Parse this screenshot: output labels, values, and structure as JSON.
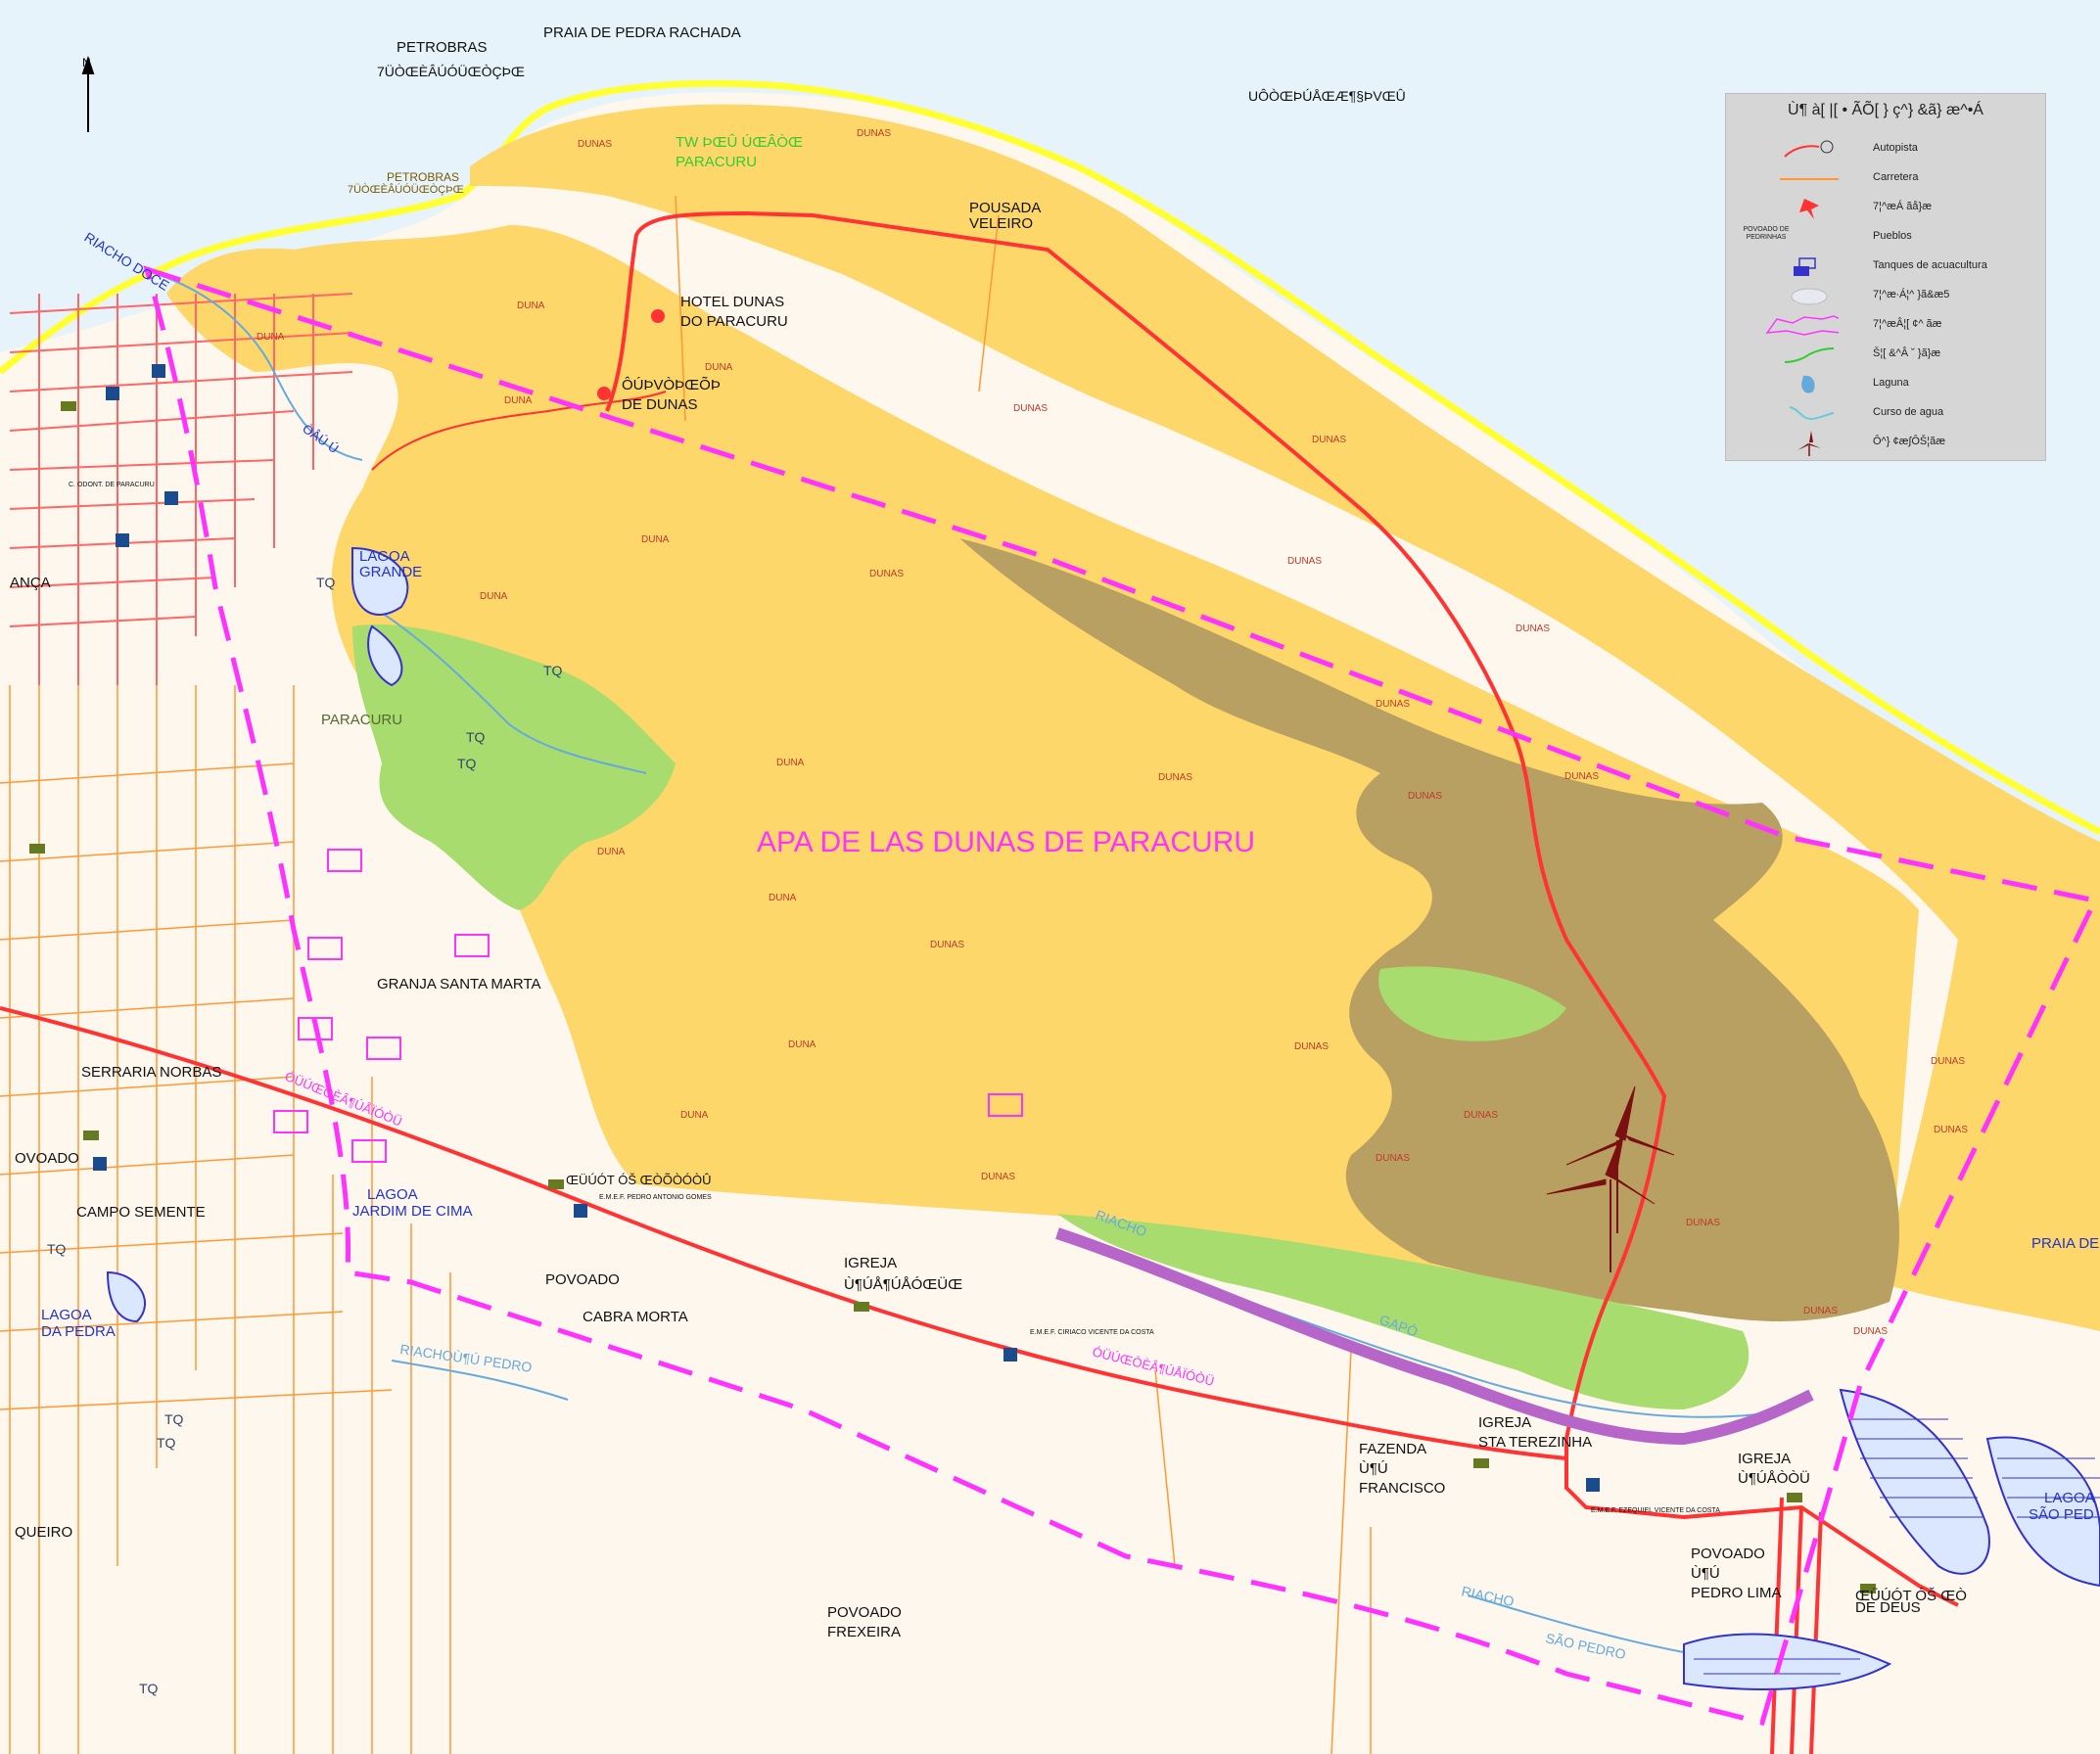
{
  "colors": {
    "sea": "#e6f3fb",
    "land": "#fdf7ee",
    "dune": "#fdd76a",
    "dune_dark": "#b8a062",
    "vegetation": "#a8dc6e",
    "coast": "#ffff33",
    "apa_boundary": "#ff33ff",
    "highway": "#ff3333",
    "road": "#ff9933",
    "town": "#ff6666",
    "water": "#3333cc",
    "river": "#66aadd",
    "wind": "#7a1010"
  },
  "labels": {
    "praia_pedra_rachada": "PRAIA DE PEDRA RACHADA",
    "petrobras_top": "PETROBRAS",
    "petrobras_top_sub": "7ÜÒŒÈÂÚÓÜŒÒÇÞŒ",
    "petrobras_mid": "PETROBRAS",
    "petrobras_mid_sub": "7ÜÒŒÈÂÚÓÜŒÒÇÞŒ",
    "sea_label": "UÔÒŒÞÚÅŒÆ¶§ÞVŒÛ",
    "dunas_paracuru_line1": "TW ÞŒÛ ÚŒÂÒŒ",
    "dunas_paracuru_line2": "PARACURU",
    "pousada_line1": "POUSADA",
    "pousada_line2": "VELEIRO",
    "hotel_line1": "HOTEL DUNAS",
    "hotel_line2": "DO PARACURU",
    "parque_line1": "ÔÚÞVÒÞŒÕÞ",
    "parque_line2": "DE DUNAS",
    "riacho_top": "RIACHO DOCE",
    "river_small": "ÒÂÚ Ú",
    "lagoa_grande_1": "LAGOA",
    "lagoa_grande_2": "GRANDE",
    "tq": "TQ",
    "paracuru": "PARACURU",
    "odont": "C. ODONT. DE PARACURU",
    "anca": "ANÇA",
    "apa_title": "APA DE LAS DUNAS DE PARACURU",
    "granja": "GRANJA SANTA MARTA",
    "serraria": "SERRARIA NORBAS",
    "povoado_left": "OVOADO",
    "campo": "CAMPO SEMENTE",
    "lagoa_jardim_1": "LAGOA",
    "lagoa_jardim_2": "JARDIM DE CIMA",
    "lagoa_pedra_1": "LAGOA",
    "lagoa_pedra_2": "DA PEDRA",
    "road_left": "ÓÜÚŒÒÈÂ¶ÚÅÏÓÒÜ",
    "road_right": "ÓÜÚŒÒÈÂ¶ÚÅÏÓÒÜ",
    "church_small_1": "ŒÜÚÓT ÓŠ ŒÒÕÒÓÒÛ",
    "emef_pedro": "E.M.E.F. PEDRO ANTONIO GOMES",
    "povoado_cabra_1": "POVOADO",
    "povoado_cabra_2": "CABRA MORTA",
    "igreja1_line1": "IGREJA",
    "igreja1_line2": "Ù¶ÚÅ¶ÚÅÓŒÜŒ",
    "emef_ciriaco": "E.M.E.F. CIRIACO VICENTE DA COSTA",
    "riacho_mid": "RIACHO",
    "gapo": "GAPÓ",
    "riacho_left": "RIACHOÙ¶Ú PEDRO",
    "fazenda_line1": "FAZENDA",
    "fazenda_line2": "Ù¶Ú",
    "fazenda_line3": "FRANCISCO",
    "igreja2_line1": "IGREJA",
    "igreja2_line2": "STA TEREZINHA",
    "igreja3_line1": "IGREJA",
    "igreja3_line2": "Ù¶ÚÅÒÒÜ",
    "emef_ezequiel": "E.M.E.F. EZEQUIEL VICENTE DA COSTA",
    "povoado_lima_1": "POVOADO",
    "povoado_lima_2": "Ù¶Ú",
    "povoado_lima_3": "PEDRO LIMA",
    "church_deus_1": "ŒÜÚÓT ÓŠ ŒÒ",
    "church_deus_2": "DE DEUS",
    "riacho_bottom": "RIACHO",
    "sao_pedro": "SÃO   PEDRO",
    "povoado_frex_1": "POVOADO",
    "povoado_frex_2": "FREXEIRA",
    "lagoa_sao_1": "LAGOA",
    "lagoa_sao_2": "SÃO PED",
    "praia_right": "PRAIA DE",
    "queiro": "QUEIRO",
    "north": "N",
    "duna": "DUNA",
    "dunas": "DUNAS"
  },
  "legend": {
    "title": "Ù¶ à[ |[ • ÃÕ[ } ç^} &ã} æ^•Á",
    "items": [
      {
        "label": "Autopista",
        "icon": "highway-icon"
      },
      {
        "label": "Carretera",
        "icon": "road-icon"
      },
      {
        "label": "7¦^æÁ ãå}æ",
        "icon": "pin-icon"
      },
      {
        "label": "Pueblos",
        "icon": "town-icon",
        "sub": "POVOADO DE PEDRINHAS"
      },
      {
        "label": "Tanques de acuacultura",
        "icon": "tank-icon"
      },
      {
        "label": "7¦^æ∙Á¦^ }ã&æ5",
        "icon": "area-icon"
      },
      {
        "label": "7¦^æÂ¦[ ¢^ ãæ",
        "icon": "polygon-icon"
      },
      {
        "label": "Š¦[ &^Â ˘ }ã}æ",
        "icon": "path-icon"
      },
      {
        "label": "Laguna",
        "icon": "lagoon-icon"
      },
      {
        "label": "Curso de agua",
        "icon": "stream-icon"
      },
      {
        "label": "Ô^} ¢æ∫ÔŠ¦ãæ",
        "icon": "wind-turbine-icon"
      }
    ]
  }
}
